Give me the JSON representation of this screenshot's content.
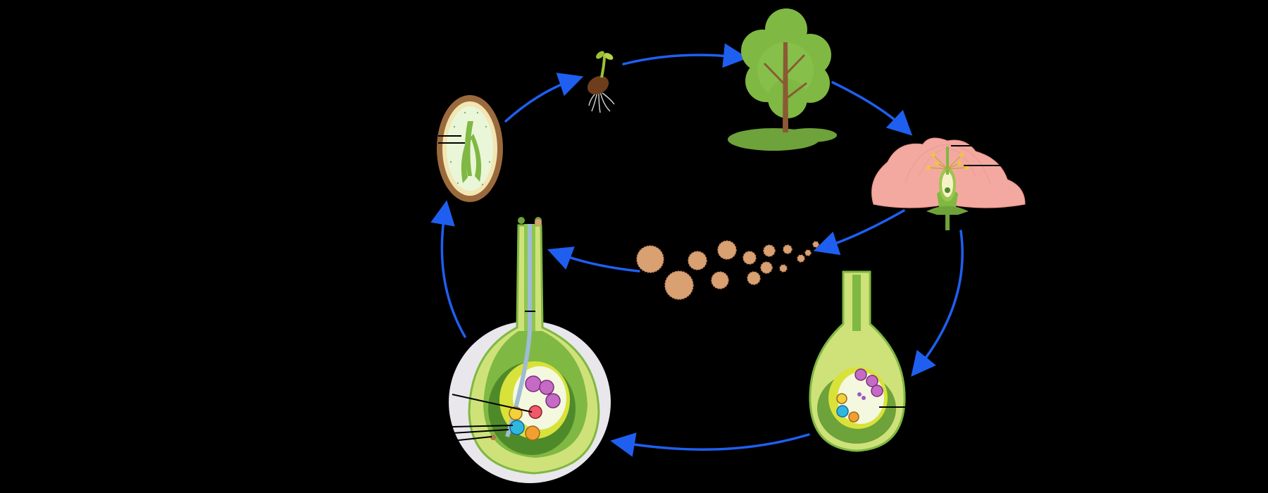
{
  "diagram": {
    "stages": [
      {
        "id": "seed",
        "icon": "seed-section-icon"
      },
      {
        "id": "seedling",
        "icon": "seedling-icon"
      },
      {
        "id": "tree",
        "icon": "tree-icon"
      },
      {
        "id": "flower",
        "icon": "flower-icon"
      },
      {
        "id": "pollen",
        "icon": "pollen-grains-icon"
      },
      {
        "id": "ovary",
        "icon": "ovary-icon"
      },
      {
        "id": "fertilization",
        "icon": "fertilization-icon"
      }
    ],
    "colors": {
      "background": "#000000",
      "arrow": "#1f5ff0",
      "petal": "#f4a9a0",
      "leaf_green": "#7fb843",
      "dark_green": "#4f8a2a",
      "seed_coat": "#9b6a3c",
      "pollen": "#d9a071",
      "ovule_yellow": "#d8e23a",
      "magnifier_bg": "#e9e7ec"
    }
  }
}
